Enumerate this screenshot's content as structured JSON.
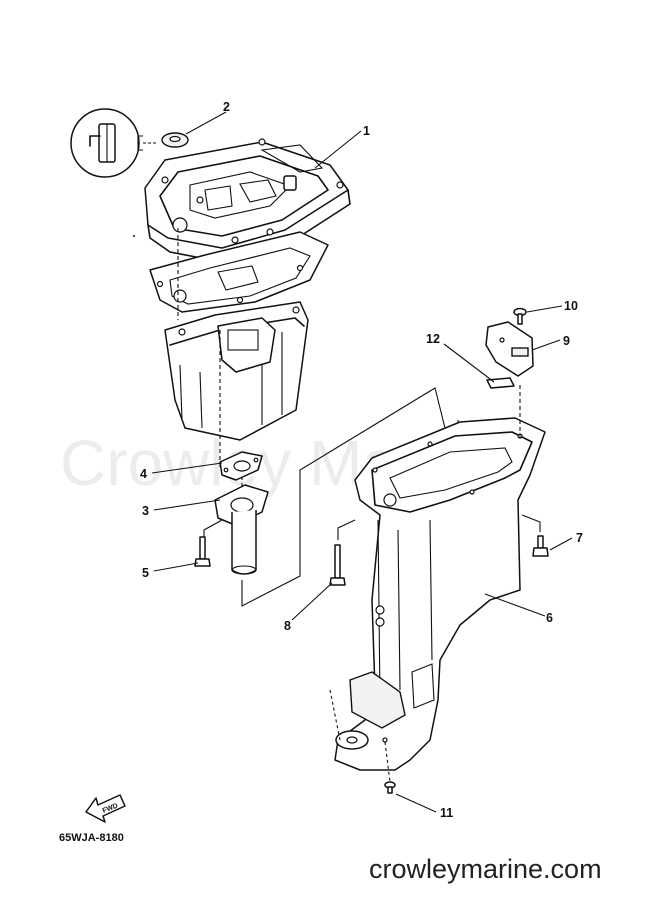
{
  "watermark": "Crowley Marine",
  "site_url": "crowleymarine.com",
  "diagram_code": "65WJA-8180",
  "fwd_label": "FWD",
  "callouts": [
    {
      "id": "1",
      "label": "1"
    },
    {
      "id": "2",
      "label": "2"
    },
    {
      "id": "3",
      "label": "3"
    },
    {
      "id": "4",
      "label": "4"
    },
    {
      "id": "5",
      "label": "5"
    },
    {
      "id": "6",
      "label": "6"
    },
    {
      "id": "7",
      "label": "7"
    },
    {
      "id": "8",
      "label": "8"
    },
    {
      "id": "9",
      "label": "9"
    },
    {
      "id": "10",
      "label": "10"
    },
    {
      "id": "11",
      "label": "11"
    },
    {
      "id": "12",
      "label": "12"
    }
  ]
}
